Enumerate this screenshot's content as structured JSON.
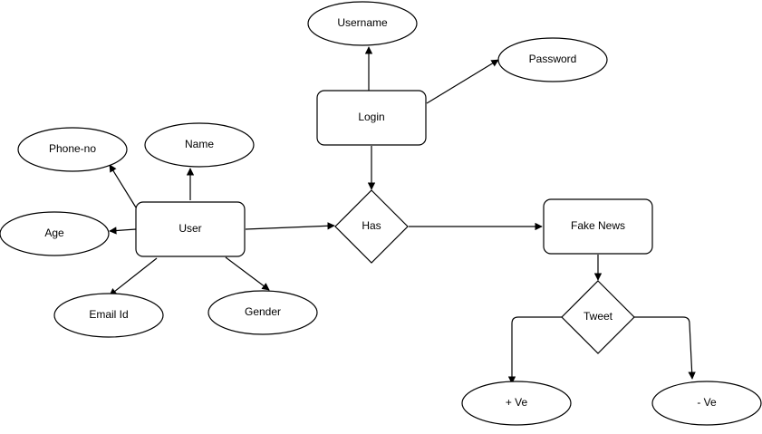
{
  "diagram": {
    "type": "er-diagram",
    "entities": {
      "login": "Login",
      "user": "User",
      "fake_news": "Fake News"
    },
    "relationships": {
      "has": "Has",
      "tweet": "Tweet"
    },
    "attributes": {
      "username": "Username",
      "password": "Password",
      "phone_no": "Phone-no",
      "name": "Name",
      "age": "Age",
      "email_id": "Email Id",
      "gender": "Gender",
      "positive": "+ Ve",
      "negative": "- Ve"
    },
    "connections": [
      {
        "from": "Login",
        "to": "Username"
      },
      {
        "from": "Login",
        "to": "Password"
      },
      {
        "from": "Login",
        "to": "Has"
      },
      {
        "from": "User",
        "to": "Phone-no"
      },
      {
        "from": "User",
        "to": "Name"
      },
      {
        "from": "User",
        "to": "Age"
      },
      {
        "from": "User",
        "to": "Email Id"
      },
      {
        "from": "User",
        "to": "Gender"
      },
      {
        "from": "User",
        "to": "Has"
      },
      {
        "from": "Has",
        "to": "Fake News"
      },
      {
        "from": "Fake News",
        "to": "Tweet"
      },
      {
        "from": "Tweet",
        "to": "+ Ve"
      },
      {
        "from": "Tweet",
        "to": "- Ve"
      }
    ]
  }
}
